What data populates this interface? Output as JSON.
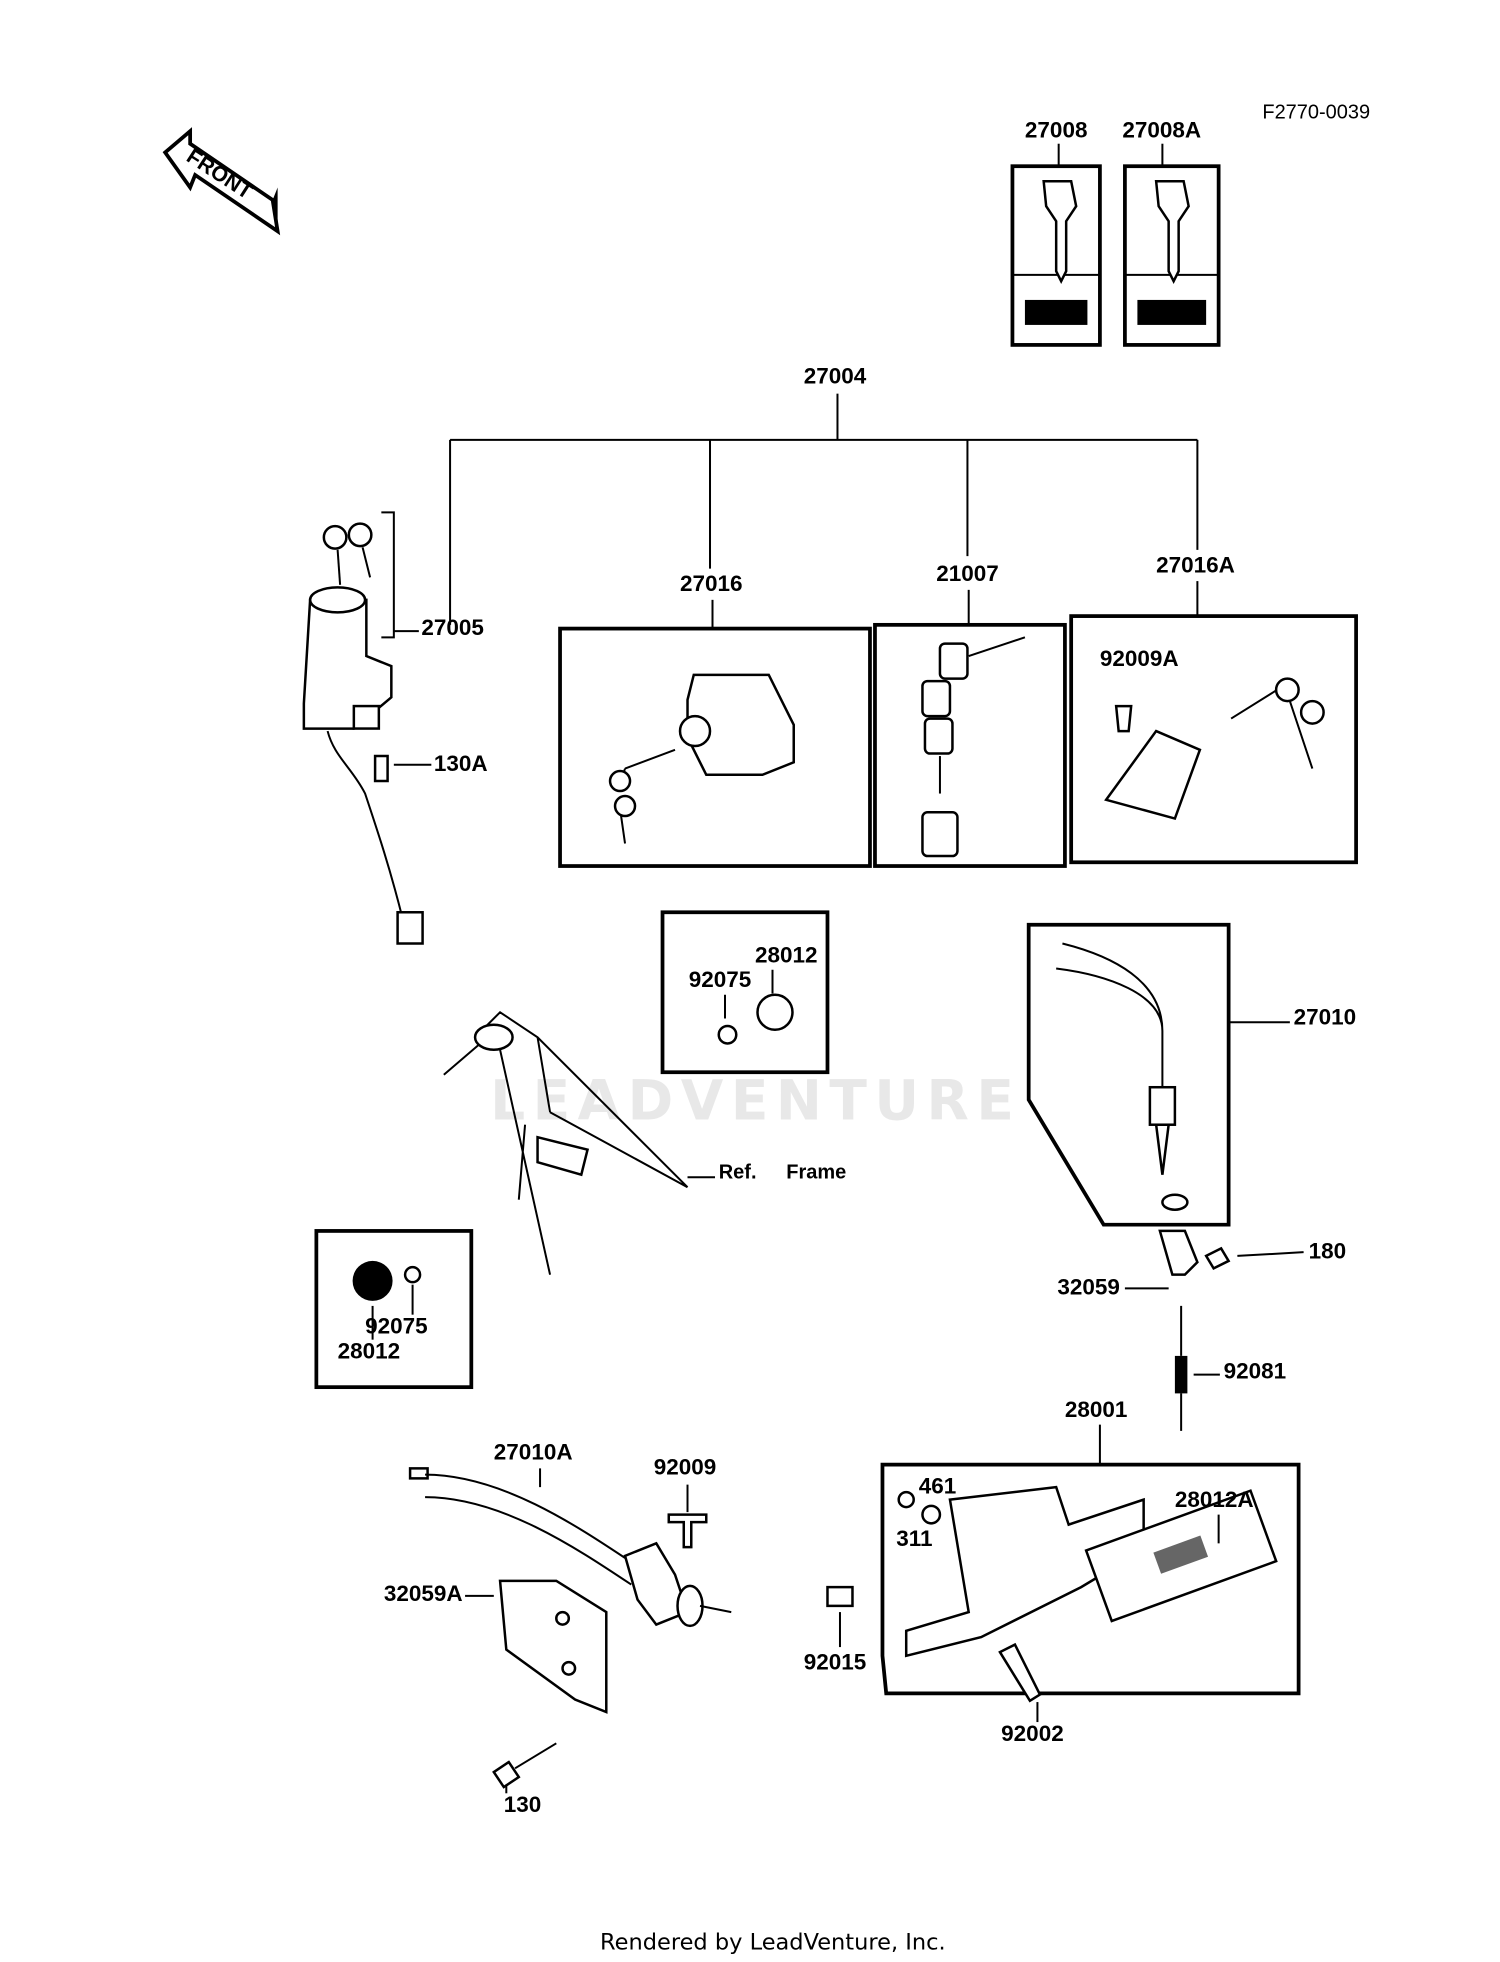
{
  "diagram_id": "F2770-0039",
  "front_arrow_label": "FRONT",
  "watermark": "LEADVENTURE",
  "footer": "Rendered by LeadVenture, Inc.",
  "parts": {
    "p27008": "27008",
    "p27008A": "27008A",
    "p27004": "27004",
    "p27005": "27005",
    "p27016": "27016",
    "p21007": "21007",
    "p27016A": "27016A",
    "p92009A": "92009A",
    "p130A": "130A",
    "p28012_top": "28012",
    "p92075_top": "92075",
    "p27010": "27010",
    "ref": "Ref.",
    "frame": "Frame",
    "p180": "180",
    "p32059": "32059",
    "p28012_left": "28012",
    "p92075_left": "92075",
    "p92081": "92081",
    "p28001": "28001",
    "p27010A": "27010A",
    "p92009": "92009",
    "p461": "461",
    "p311": "311",
    "p28012A": "28012A",
    "p32059A": "32059A",
    "p92015": "92015",
    "p92002": "92002",
    "p130": "130"
  }
}
